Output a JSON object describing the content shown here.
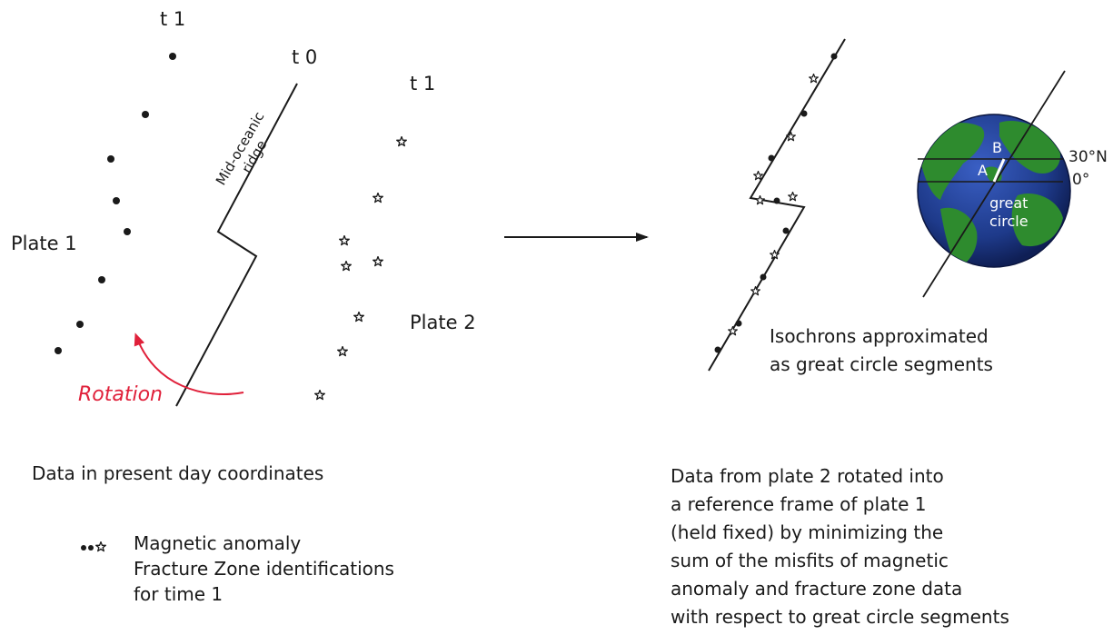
{
  "left_panel": {
    "t1_left": "t 1",
    "t0": "t 0",
    "t1_right": "t 1",
    "ridge_label_line1": "Mid-oceanic",
    "ridge_label_line2": "ridge",
    "plate1": "Plate 1",
    "plate2": "Plate 2",
    "rotation": "Rotation",
    "caption": "Data in present day coordinates",
    "legend_line1": "Magnetic anomaly",
    "legend_line2": "Fracture Zone identifications",
    "legend_line3": "for time 1"
  },
  "right_panel": {
    "globe_b": "B",
    "globe_a": "A",
    "lat_30n": "30°N",
    "lat_0": "0°",
    "great": "great",
    "circle": "circle",
    "isochrons_line1": "Isochrons approximated",
    "isochrons_line2": "as great circle segments",
    "desc_lines": [
      "Data from plate 2 rotated into",
      "a reference frame of plate 1",
      "(held fixed) by minimizing the",
      "sum of the misfits of magnetic",
      "anomaly and fracture zone data",
      "with respect to great circle segments"
    ]
  },
  "colors": {
    "rotation_arrow": "#e0203a",
    "globe_ocean": "#1e3a8a",
    "globe_land": "#2e8b2e"
  }
}
